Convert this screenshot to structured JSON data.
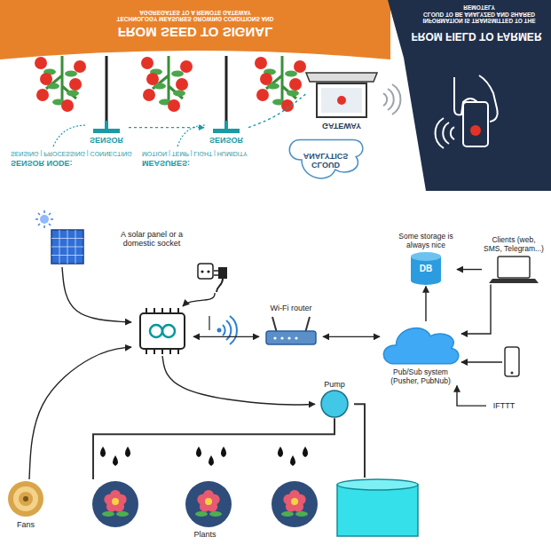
{
  "diagram": {
    "nodes": [
      {
        "text": [
          "SENSOR"
        ]
      },
      {
        "text": [
          "SENSOR"
        ]
      },
      {
        "text": [
          "GATEWAY"
        ]
      },
      {
        "text": [
          "CLOUD ANALYTICS"
        ]
      },
      {
        "text": [
          "A solar panel or a domestic socket"
        ]
      },
      {
        "text": []
      },
      {
        "text": [
          "Some storage is always nice",
          "DB"
        ]
      },
      {
        "text": [
          "Clients (web, SMS, Telegram...)"
        ]
      },
      {
        "text": []
      },
      {
        "text": [
          "Wi-Fi router"
        ]
      },
      {
        "text": [
          "Pub/Sub system (Pusher, PubNub)"
        ]
      },
      {
        "text": []
      },
      {
        "text": [
          "Pump"
        ]
      },
      {
        "text": [
          "IFTTT"
        ]
      },
      {
        "text": [
          "Fans"
        ]
      },
      {
        "text": [
          "Plants"
        ]
      },
      {
        "text": []
      }
    ],
    "edges": [
      {
        "from": 0,
        "to": 1,
        "arrow": "to"
      },
      {
        "from": 1,
        "to": 2,
        "arrow": "none"
      },
      {
        "from": 4,
        "to": 8,
        "arrow": "to"
      },
      {
        "from": 5,
        "to": 8,
        "arrow": "to"
      },
      {
        "from": 8,
        "to": 9,
        "arrow": "both"
      },
      {
        "from": 9,
        "to": 10,
        "arrow": "both"
      },
      {
        "from": 10,
        "to": 6,
        "arrow": "to"
      },
      {
        "from": 7,
        "to": 6,
        "arrow": "to"
      },
      {
        "from": 7,
        "to": 10,
        "arrow": "to"
      },
      {
        "from": 11,
        "to": 10,
        "arrow": "to"
      },
      {
        "from": 13,
        "to": 10,
        "arrow": "to"
      },
      {
        "from": 8,
        "to": 12,
        "arrow": "to"
      },
      {
        "from": 14,
        "to": 8,
        "arrow": "to"
      },
      {
        "from": 12,
        "to": 16,
        "arrow": "none"
      },
      {
        "from": 12,
        "to": 15,
        "arrow": "none"
      }
    ],
    "labels": [
      "FROM SEED TO SIGNAL",
      "TECHNOLOGY MEASURES GROWING CONDITIONS AND AGGREGATES TO A REMOTE GATEWAY",
      "FROM FIELD TO FARMER",
      "INFORMATION IS TRANSMITTED TO THE CLOUD TO BE ANALYZED AND SHARED REMOTELY",
      "SENSOR NODE:",
      "SENSING | PROCESSING | CONNECTING",
      "MEASURES:",
      "MOTION | TEMP | LIGHT | HUMIDITY"
    ]
  }
}
